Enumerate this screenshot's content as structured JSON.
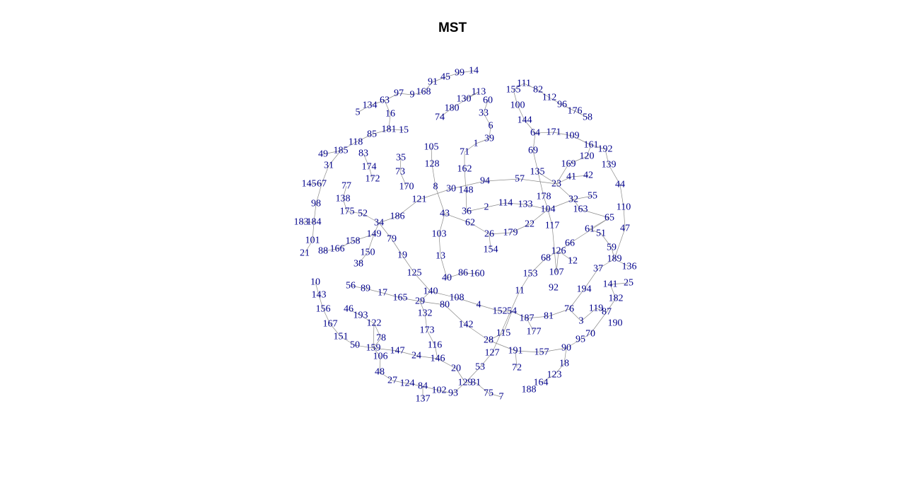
{
  "title": "MST",
  "label_color": "#00008b",
  "edge_color": "#8a8a8a",
  "nodes": [
    [
      "14",
      670,
      100
    ],
    [
      "99",
      650,
      103
    ],
    [
      "45",
      630,
      109
    ],
    [
      "91",
      612,
      116
    ],
    [
      "168",
      599,
      130
    ],
    [
      "9",
      583,
      134
    ],
    [
      "97",
      564,
      132
    ],
    [
      "63",
      544,
      142
    ],
    [
      "134",
      523,
      149
    ],
    [
      "5",
      506,
      159
    ],
    [
      "16",
      552,
      161
    ],
    [
      "130",
      656,
      140
    ],
    [
      "113",
      677,
      130
    ],
    [
      "60",
      690,
      142
    ],
    [
      "33",
      684,
      160
    ],
    [
      "180",
      639,
      153
    ],
    [
      "74",
      622,
      166
    ],
    [
      "6",
      694,
      178
    ],
    [
      "39",
      692,
      196
    ],
    [
      "1",
      673,
      203
    ],
    [
      "71",
      657,
      215
    ],
    [
      "111",
      741,
      118
    ],
    [
      "155",
      726,
      127
    ],
    [
      "82",
      761,
      127
    ],
    [
      "112",
      777,
      138
    ],
    [
      "96",
      795,
      148
    ],
    [
      "176",
      813,
      157
    ],
    [
      "58",
      831,
      166
    ],
    [
      "100",
      732,
      149
    ],
    [
      "144",
      742,
      170
    ],
    [
      "64",
      757,
      188
    ],
    [
      "171",
      783,
      187
    ],
    [
      "109",
      809,
      192
    ],
    [
      "161",
      836,
      205
    ],
    [
      "192",
      856,
      211
    ],
    [
      "120",
      830,
      221
    ],
    [
      "139",
      861,
      233
    ],
    [
      "69",
      754,
      213
    ],
    [
      "169",
      804,
      232
    ],
    [
      "135",
      760,
      243
    ],
    [
      "41",
      808,
      250
    ],
    [
      "42",
      832,
      248
    ],
    [
      "23",
      787,
      260
    ],
    [
      "57",
      735,
      253
    ],
    [
      "181",
      550,
      183
    ],
    [
      "15",
      571,
      184
    ],
    [
      "85",
      526,
      190
    ],
    [
      "118",
      503,
      201
    ],
    [
      "185",
      482,
      213
    ],
    [
      "49",
      457,
      218
    ],
    [
      "31",
      465,
      234
    ],
    [
      "83",
      514,
      217
    ],
    [
      "35",
      567,
      223
    ],
    [
      "174",
      522,
      236
    ],
    [
      "73",
      566,
      243
    ],
    [
      "172",
      527,
      253
    ],
    [
      "170",
      575,
      264
    ],
    [
      "145",
      437,
      260
    ],
    [
      "67",
      455,
      260
    ],
    [
      "77",
      490,
      263
    ],
    [
      "138",
      485,
      281
    ],
    [
      "98",
      447,
      288
    ],
    [
      "175",
      491,
      299
    ],
    [
      "52",
      513,
      302
    ],
    [
      "183",
      426,
      314
    ],
    [
      "184",
      444,
      314
    ],
    [
      "34",
      536,
      315
    ],
    [
      "186",
      562,
      306
    ],
    [
      "101",
      442,
      340
    ],
    [
      "158",
      499,
      341
    ],
    [
      "149",
      529,
      331
    ],
    [
      "79",
      554,
      338
    ],
    [
      "21",
      431,
      358
    ],
    [
      "88",
      457,
      355
    ],
    [
      "166",
      477,
      352
    ],
    [
      "150",
      520,
      357
    ],
    [
      "38",
      507,
      373
    ],
    [
      "19",
      569,
      361
    ],
    [
      "105",
      610,
      208
    ],
    [
      "128",
      611,
      232
    ],
    [
      "162",
      657,
      239
    ],
    [
      "8",
      616,
      264
    ],
    [
      "30",
      638,
      267
    ],
    [
      "148",
      659,
      269
    ],
    [
      "94",
      686,
      256
    ],
    [
      "121",
      593,
      282
    ],
    [
      "43",
      629,
      302
    ],
    [
      "36",
      660,
      299
    ],
    [
      "2",
      688,
      293
    ],
    [
      "114",
      715,
      287
    ],
    [
      "133",
      743,
      289
    ],
    [
      "178",
      769,
      278
    ],
    [
      "104",
      775,
      296
    ],
    [
      "32",
      811,
      282
    ],
    [
      "55",
      838,
      277
    ],
    [
      "163",
      821,
      296
    ],
    [
      "62",
      665,
      315
    ],
    [
      "26",
      692,
      331
    ],
    [
      "179",
      722,
      329
    ],
    [
      "22",
      749,
      317
    ],
    [
      "117",
      781,
      319
    ],
    [
      "103",
      621,
      331
    ],
    [
      "154",
      694,
      353
    ],
    [
      "13",
      623,
      362
    ],
    [
      "44",
      877,
      261
    ],
    [
      "110",
      882,
      293
    ],
    [
      "65",
      862,
      308
    ],
    [
      "47",
      884,
      323
    ],
    [
      "61",
      834,
      324
    ],
    [
      "51",
      850,
      330
    ],
    [
      "66",
      806,
      344
    ],
    [
      "126",
      790,
      355
    ],
    [
      "68",
      772,
      365
    ],
    [
      "12",
      810,
      369
    ],
    [
      "59",
      865,
      350
    ],
    [
      "189",
      869,
      366
    ],
    [
      "136",
      890,
      377
    ],
    [
      "37",
      846,
      380
    ],
    [
      "107",
      787,
      385
    ],
    [
      "153",
      750,
      387
    ],
    [
      "86",
      655,
      386
    ],
    [
      "160",
      675,
      387
    ],
    [
      "40",
      632,
      393
    ],
    [
      "125",
      586,
      386
    ],
    [
      "10",
      446,
      399
    ],
    [
      "143",
      451,
      417
    ],
    [
      "56",
      496,
      404
    ],
    [
      "89",
      517,
      408
    ],
    [
      "17",
      541,
      414
    ],
    [
      "165",
      566,
      421
    ],
    [
      "140",
      609,
      412
    ],
    [
      "29",
      594,
      426
    ],
    [
      "108",
      646,
      421
    ],
    [
      "80",
      629,
      431
    ],
    [
      "141",
      863,
      402
    ],
    [
      "25",
      889,
      400
    ],
    [
      "92",
      783,
      407
    ],
    [
      "194",
      826,
      409
    ],
    [
      "11",
      735,
      411
    ],
    [
      "182",
      871,
      422
    ],
    [
      "4",
      677,
      431
    ],
    [
      "156",
      457,
      437
    ],
    [
      "46",
      493,
      437
    ],
    [
      "193",
      510,
      446
    ],
    [
      "132",
      601,
      443
    ],
    [
      "152",
      707,
      440
    ],
    [
      "54",
      724,
      440
    ],
    [
      "187",
      745,
      450
    ],
    [
      "81",
      776,
      447
    ],
    [
      "76",
      805,
      437
    ],
    [
      "119",
      843,
      436
    ],
    [
      "87",
      858,
      441
    ],
    [
      "3",
      822,
      454
    ],
    [
      "167",
      467,
      458
    ],
    [
      "122",
      529,
      457
    ],
    [
      "142",
      659,
      459
    ],
    [
      "190",
      870,
      457
    ],
    [
      "173",
      604,
      467
    ],
    [
      "177",
      755,
      469
    ],
    [
      "115",
      712,
      471
    ],
    [
      "70",
      835,
      472
    ],
    [
      "95",
      821,
      480
    ],
    [
      "151",
      482,
      476
    ],
    [
      "78",
      539,
      478
    ],
    [
      "28",
      691,
      481
    ],
    [
      "90",
      801,
      492
    ],
    [
      "50",
      502,
      488
    ],
    [
      "159",
      528,
      492
    ],
    [
      "116",
      615,
      488
    ],
    [
      "147",
      562,
      496
    ],
    [
      "191",
      729,
      496
    ],
    [
      "157",
      766,
      498
    ],
    [
      "127",
      696,
      499
    ],
    [
      "106",
      538,
      504
    ],
    [
      "24",
      589,
      503
    ],
    [
      "146",
      619,
      507
    ],
    [
      "18",
      798,
      514
    ],
    [
      "20",
      645,
      521
    ],
    [
      "53",
      679,
      519
    ],
    [
      "72",
      731,
      520
    ],
    [
      "48",
      537,
      526
    ],
    [
      "123",
      784,
      530
    ],
    [
      "27",
      555,
      538
    ],
    [
      "124",
      576,
      542
    ],
    [
      "129",
      658,
      541
    ],
    [
      "31b",
      673,
      541
    ],
    [
      "164",
      765,
      541
    ],
    [
      "84",
      598,
      546
    ],
    [
      "102",
      621,
      552
    ],
    [
      "93",
      641,
      556
    ],
    [
      "75",
      691,
      556
    ],
    [
      "188",
      748,
      551
    ],
    [
      "7",
      709,
      561
    ],
    [
      "137",
      598,
      564
    ]
  ],
  "edges": [
    [
      "14",
      "99"
    ],
    [
      "99",
      "45"
    ],
    [
      "45",
      "91"
    ],
    [
      "91",
      "168"
    ],
    [
      "168",
      "9"
    ],
    [
      "9",
      "97"
    ],
    [
      "97",
      "63"
    ],
    [
      "63",
      "134"
    ],
    [
      "134",
      "5"
    ],
    [
      "63",
      "16"
    ],
    [
      "16",
      "181"
    ],
    [
      "181",
      "15"
    ],
    [
      "181",
      "85"
    ],
    [
      "85",
      "118"
    ],
    [
      "118",
      "185"
    ],
    [
      "185",
      "49"
    ],
    [
      "185",
      "31"
    ],
    [
      "31",
      "67"
    ],
    [
      "67",
      "145"
    ],
    [
      "67",
      "98"
    ],
    [
      "98",
      "184"
    ],
    [
      "184",
      "183"
    ],
    [
      "184",
      "101"
    ],
    [
      "101",
      "21"
    ],
    [
      "35",
      "73"
    ],
    [
      "73",
      "170"
    ],
    [
      "83",
      "174"
    ],
    [
      "174",
      "172"
    ],
    [
      "77",
      "138"
    ],
    [
      "138",
      "175"
    ],
    [
      "175",
      "52"
    ],
    [
      "52",
      "34"
    ],
    [
      "34",
      "186"
    ],
    [
      "186",
      "121"
    ],
    [
      "121",
      "30"
    ],
    [
      "30",
      "94"
    ],
    [
      "94",
      "57"
    ],
    [
      "57",
      "23"
    ],
    [
      "34",
      "149"
    ],
    [
      "149",
      "158"
    ],
    [
      "158",
      "166"
    ],
    [
      "166",
      "88"
    ],
    [
      "149",
      "150"
    ],
    [
      "150",
      "38"
    ],
    [
      "34",
      "79"
    ],
    [
      "79",
      "19"
    ],
    [
      "19",
      "125"
    ],
    [
      "125",
      "140"
    ],
    [
      "130",
      "113"
    ],
    [
      "113",
      "180"
    ],
    [
      "180",
      "74"
    ],
    [
      "60",
      "33"
    ],
    [
      "33",
      "6"
    ],
    [
      "6",
      "39"
    ],
    [
      "39",
      "1"
    ],
    [
      "1",
      "71"
    ],
    [
      "71",
      "162"
    ],
    [
      "162",
      "148"
    ],
    [
      "148",
      "36"
    ],
    [
      "105",
      "128"
    ],
    [
      "128",
      "8"
    ],
    [
      "8",
      "43"
    ],
    [
      "43",
      "103"
    ],
    [
      "103",
      "13"
    ],
    [
      "13",
      "40"
    ],
    [
      "40",
      "86"
    ],
    [
      "86",
      "160"
    ],
    [
      "43",
      "62"
    ],
    [
      "62",
      "26"
    ],
    [
      "26",
      "154"
    ],
    [
      "26",
      "179"
    ],
    [
      "179",
      "22"
    ],
    [
      "22",
      "104"
    ],
    [
      "36",
      "2"
    ],
    [
      "2",
      "114"
    ],
    [
      "114",
      "133"
    ],
    [
      "133",
      "104"
    ],
    [
      "104",
      "178"
    ],
    [
      "104",
      "32"
    ],
    [
      "32",
      "55"
    ],
    [
      "32",
      "23"
    ],
    [
      "23",
      "41"
    ],
    [
      "41",
      "42"
    ],
    [
      "23",
      "169"
    ],
    [
      "169",
      "120"
    ],
    [
      "120",
      "161"
    ],
    [
      "161",
      "109"
    ],
    [
      "109",
      "171"
    ],
    [
      "171",
      "64"
    ],
    [
      "64",
      "144"
    ],
    [
      "144",
      "100"
    ],
    [
      "100",
      "155"
    ],
    [
      "155",
      "111"
    ],
    [
      "111",
      "82"
    ],
    [
      "82",
      "112"
    ],
    [
      "112",
      "96"
    ],
    [
      "96",
      "176"
    ],
    [
      "176",
      "58"
    ],
    [
      "64",
      "69"
    ],
    [
      "69",
      "178"
    ],
    [
      "135",
      "23"
    ],
    [
      "161",
      "192"
    ],
    [
      "192",
      "139"
    ],
    [
      "139",
      "44"
    ],
    [
      "44",
      "110"
    ],
    [
      "110",
      "47"
    ],
    [
      "47",
      "189"
    ],
    [
      "32",
      "163"
    ],
    [
      "163",
      "65"
    ],
    [
      "65",
      "61"
    ],
    [
      "61",
      "51"
    ],
    [
      "51",
      "59"
    ],
    [
      "59",
      "189"
    ],
    [
      "189",
      "136"
    ],
    [
      "189",
      "37"
    ],
    [
      "37",
      "194"
    ],
    [
      "194",
      "76"
    ],
    [
      "65",
      "66"
    ],
    [
      "66",
      "126"
    ],
    [
      "126",
      "68"
    ],
    [
      "126",
      "12"
    ],
    [
      "126",
      "107"
    ],
    [
      "107",
      "117"
    ],
    [
      "117",
      "104"
    ],
    [
      "68",
      "153"
    ],
    [
      "153",
      "11"
    ],
    [
      "11",
      "127"
    ],
    [
      "127",
      "53"
    ],
    [
      "53",
      "129"
    ],
    [
      "10",
      "143"
    ],
    [
      "143",
      "156"
    ],
    [
      "156",
      "167"
    ],
    [
      "167",
      "151"
    ],
    [
      "151",
      "50"
    ],
    [
      "50",
      "159"
    ],
    [
      "159",
      "122"
    ],
    [
      "122",
      "193"
    ],
    [
      "193",
      "46"
    ],
    [
      "159",
      "106"
    ],
    [
      "106",
      "48"
    ],
    [
      "159",
      "147"
    ],
    [
      "147",
      "24"
    ],
    [
      "24",
      "146"
    ],
    [
      "146",
      "20"
    ],
    [
      "20",
      "129"
    ],
    [
      "129",
      "31b"
    ],
    [
      "31b",
      "75"
    ],
    [
      "75",
      "7"
    ],
    [
      "48",
      "27"
    ],
    [
      "27",
      "124"
    ],
    [
      "124",
      "84"
    ],
    [
      "84",
      "137"
    ],
    [
      "84",
      "102"
    ],
    [
      "102",
      "93"
    ],
    [
      "93",
      "129"
    ],
    [
      "56",
      "89"
    ],
    [
      "89",
      "17"
    ],
    [
      "17",
      "165"
    ],
    [
      "165",
      "29"
    ],
    [
      "29",
      "140"
    ],
    [
      "140",
      "108"
    ],
    [
      "108",
      "4"
    ],
    [
      "4",
      "152"
    ],
    [
      "152",
      "54"
    ],
    [
      "54",
      "187"
    ],
    [
      "187",
      "81"
    ],
    [
      "81",
      "76"
    ],
    [
      "76",
      "3"
    ],
    [
      "3",
      "119"
    ],
    [
      "119",
      "87"
    ],
    [
      "87",
      "182"
    ],
    [
      "182",
      "141"
    ],
    [
      "141",
      "25"
    ],
    [
      "87",
      "70"
    ],
    [
      "70",
      "95"
    ],
    [
      "95",
      "90"
    ],
    [
      "90",
      "157"
    ],
    [
      "157",
      "191"
    ],
    [
      "191",
      "28"
    ],
    [
      "28",
      "142"
    ],
    [
      "142",
      "80"
    ],
    [
      "80",
      "29"
    ],
    [
      "132",
      "29"
    ],
    [
      "132",
      "173"
    ],
    [
      "173",
      "116"
    ],
    [
      "116",
      "146"
    ],
    [
      "78",
      "122"
    ],
    [
      "78",
      "159"
    ],
    [
      "28",
      "115"
    ],
    [
      "115",
      "54"
    ],
    [
      "187",
      "177"
    ],
    [
      "90",
      "18"
    ],
    [
      "18",
      "123"
    ],
    [
      "123",
      "164"
    ],
    [
      "191",
      "72"
    ]
  ]
}
